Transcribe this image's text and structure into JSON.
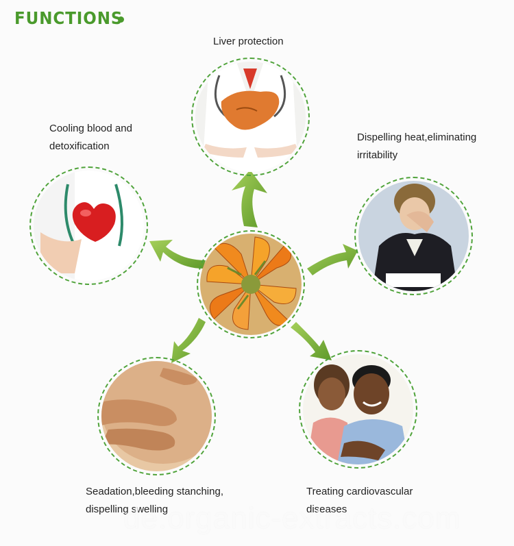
{
  "heading": {
    "title": "FUNCTIONS"
  },
  "functions": {
    "liver": {
      "line1": "Liver protection"
    },
    "cooling": {
      "line1": "Cooling blood and",
      "line2": "detoxification"
    },
    "heat": {
      "line1": "Dispelling heat,eliminating",
      "line2": "irritability"
    },
    "sedation": {
      "line1": "Seadation,bleeding stanching,",
      "line2": "dispelling swelling"
    },
    "cardio": {
      "line1": "Treating cardiovascular",
      "line2": "diseases"
    }
  },
  "watermark": "de.organic-extracts.com",
  "colors": {
    "accent": "#4a9a2c",
    "ring": "#4fa33a",
    "arrow": "#7cb342"
  }
}
